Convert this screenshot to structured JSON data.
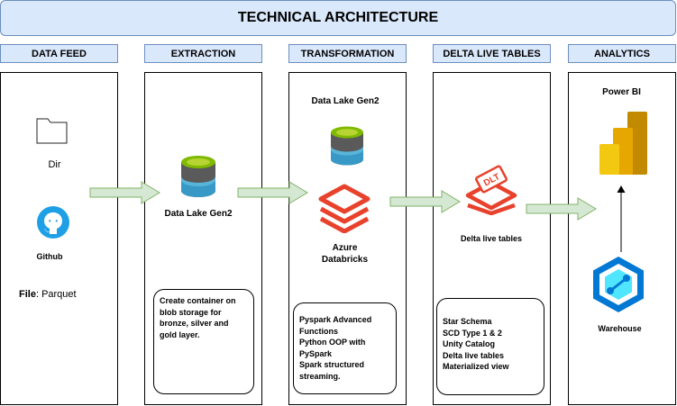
{
  "title": "TECHNICAL ARCHITECTURE",
  "headers": [
    "DATA FEED",
    "EXTRACTION",
    "TRANSFORMATION",
    "DELTA LIVE TABLES",
    "ANALYTICS"
  ],
  "data_feed": {
    "dir_label": "Dir",
    "github_label": "Github",
    "file_key": "File",
    "file_value": ": Parquet"
  },
  "extraction": {
    "icon_label": "Data Lake Gen2",
    "note_lines": [
      "Create container on",
      "blob storage for",
      "bronze, silver and",
      "gold layer."
    ]
  },
  "transformation": {
    "datalake_label": "Data Lake Gen2",
    "databricks_line1": "Azure",
    "databricks_line2": "Databricks",
    "note_lines": [
      "Pyspark Advanced",
      "Functions",
      "Python OOP with",
      "PySpark",
      "Spark structured",
      "streaming."
    ]
  },
  "delta": {
    "icon_label": "Delta live tables",
    "icon_text": "DLT",
    "note_lines": [
      "Star Schema",
      "SCD Type 1 & 2",
      "Unity Catalog",
      "Delta live tables",
      "Materialized view"
    ]
  },
  "analytics": {
    "powerbi_label": "Power BI",
    "warehouse_label": "Warehouse"
  },
  "colors": {
    "header_fill": "#dae8fc",
    "header_border": "#6c8ebf",
    "arrow_fill": "#d5e8d4",
    "arrow_border": "#82b366",
    "databricks_red": "#e8412c",
    "github_blue": "#1e9fe6",
    "datalake_green": "#7fba00",
    "datalake_blue": "#3999c6",
    "powerbi_yellow": "#f2c811",
    "synapse_blue": "#0078d4"
  }
}
